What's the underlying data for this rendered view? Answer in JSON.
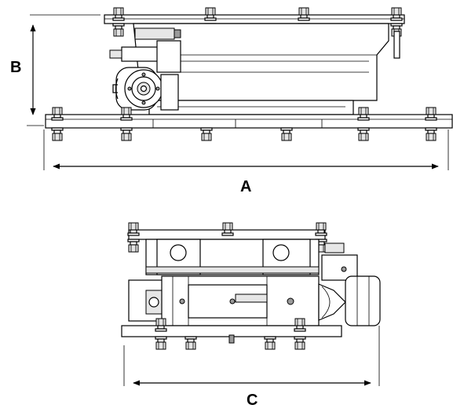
{
  "dimensions": {
    "a": "A",
    "b": "B",
    "c": "C"
  },
  "colors": {
    "line": "#000000",
    "background": "#ffffff",
    "fill_light": "#e6e6e6",
    "fill_dark": "#9a9a9a"
  }
}
